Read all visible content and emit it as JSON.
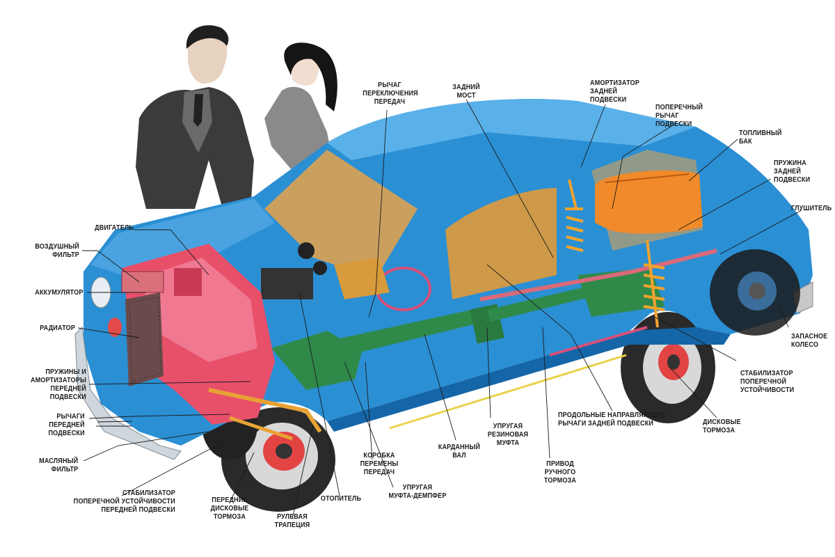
{
  "labels": {
    "engine": "ДВИГАТЕЛЬ",
    "air_filter": "ВОЗДУШНЫЙ\nФИЛЬТР",
    "battery": "АККУМУЛЯТОР",
    "radiator": "РАДИАТОР",
    "front_springs": "ПРУЖИНЫ И\nАМОРТИЗАТОРЫ\nПЕРЕДНЕЙ\nПОДВЕСКИ",
    "front_arms": "РЫЧАГИ\nПЕРЕДНЕЙ\nПОДВЕСКИ",
    "oil_filter": "МАСЛЯНЫЙ\nФИЛЬТР",
    "front_stabilizer": "СТАБИЛИЗАТОР\nПОПЕРЕЧНОЙ УСТОЙЧИВОСТИ\nПЕРЕДНЕЙ ПОДВЕСКИ",
    "front_brakes": "ПЕРЕДНИЕ\nДИСКОВЫЕ\nТОРМОЗА",
    "steering_linkage": "РУЛЕВАЯ\nТРАПЕЦИЯ",
    "heater": "ОТОПИТЕЛЬ",
    "damper_coupling": "УПРУГАЯ\nМУФТА-ДЕМПФЕР",
    "gearbox": "КОРОБКА\nПЕРЕМЕНЫ\nПЕРЕДАЧ",
    "driveshaft": "КАРДАННЫЙ\nВАЛ",
    "rubber_coupling": "УПРУГАЯ\nРЕЗИНОВАЯ\nМУФТА",
    "parking_brake": "ПРИВОД\nРУЧНОГО\nТОРМОЗА",
    "rear_trailing_arms": "ПРОДОЛЬНЫЕ НАПРАВЛЯЮЩИЕ\nРЫЧАГИ ЗАДНЕЙ ПОДВЕСКИ",
    "disc_brakes": "ДИСКОВЫЕ\nТОРМОЗА",
    "rear_stabilizer": "СТАБИЛИЗАТОР\nПОПЕРЕЧНОЙ\nУСТОЙЧИВОСТИ",
    "spare_wheel": "ЗАПАСНОЕ\nКОЛЕСО",
    "muffler": "ГЛУШИТЕЛЬ",
    "rear_spring": "ПРУЖИНА\nЗАДНЕЙ\nПОДВЕСКИ",
    "fuel_tank": "ТОПЛИВНЫЙ\nБАК",
    "rear_cross_arm": "ПОПЕРЕЧНЫЙ\nРЫЧАГ\nПОДВЕСКИ",
    "rear_shock": "АМОРТИЗАТОР\nЗАДНЕЙ\nПОДВЕСКИ",
    "rear_axle": "ЗАДНИЙ\nМОСТ",
    "gear_lever": "РЫЧАГ\nПЕРЕКЛЮЧЕНИЯ\nПЕРЕДАЧ"
  },
  "colors": {
    "body": "#2b8fd4",
    "body_dark": "#1566a8",
    "engine": "#e8506a",
    "chassis": "#2f8a4a",
    "tank": "#f08a2a",
    "interior": "#e09a3a",
    "spring": "#f2a32c",
    "tire": "#2a2a2a"
  }
}
